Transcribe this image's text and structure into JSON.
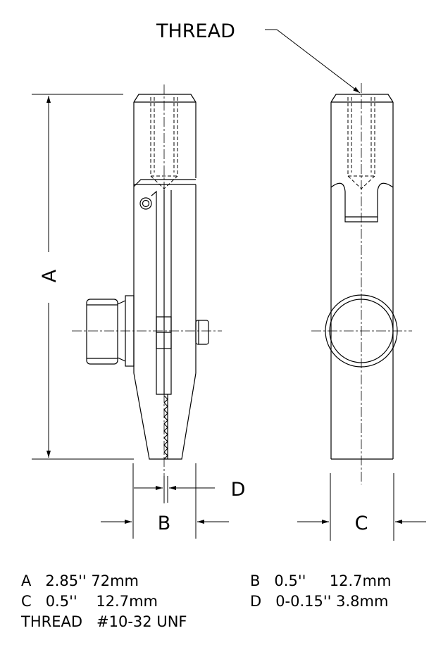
{
  "callouts": {
    "thread": "THREAD",
    "a": "A",
    "b": "B",
    "c": "C",
    "d": "D"
  },
  "legend": {
    "a": "A   2.85'' 72mm",
    "b": "B   0.5''     12.7mm",
    "c": "C   0.5''    12.7mm",
    "d": "D   0-0.15'' 3.8mm",
    "thread": "THREAD   #10-32 UNF"
  }
}
